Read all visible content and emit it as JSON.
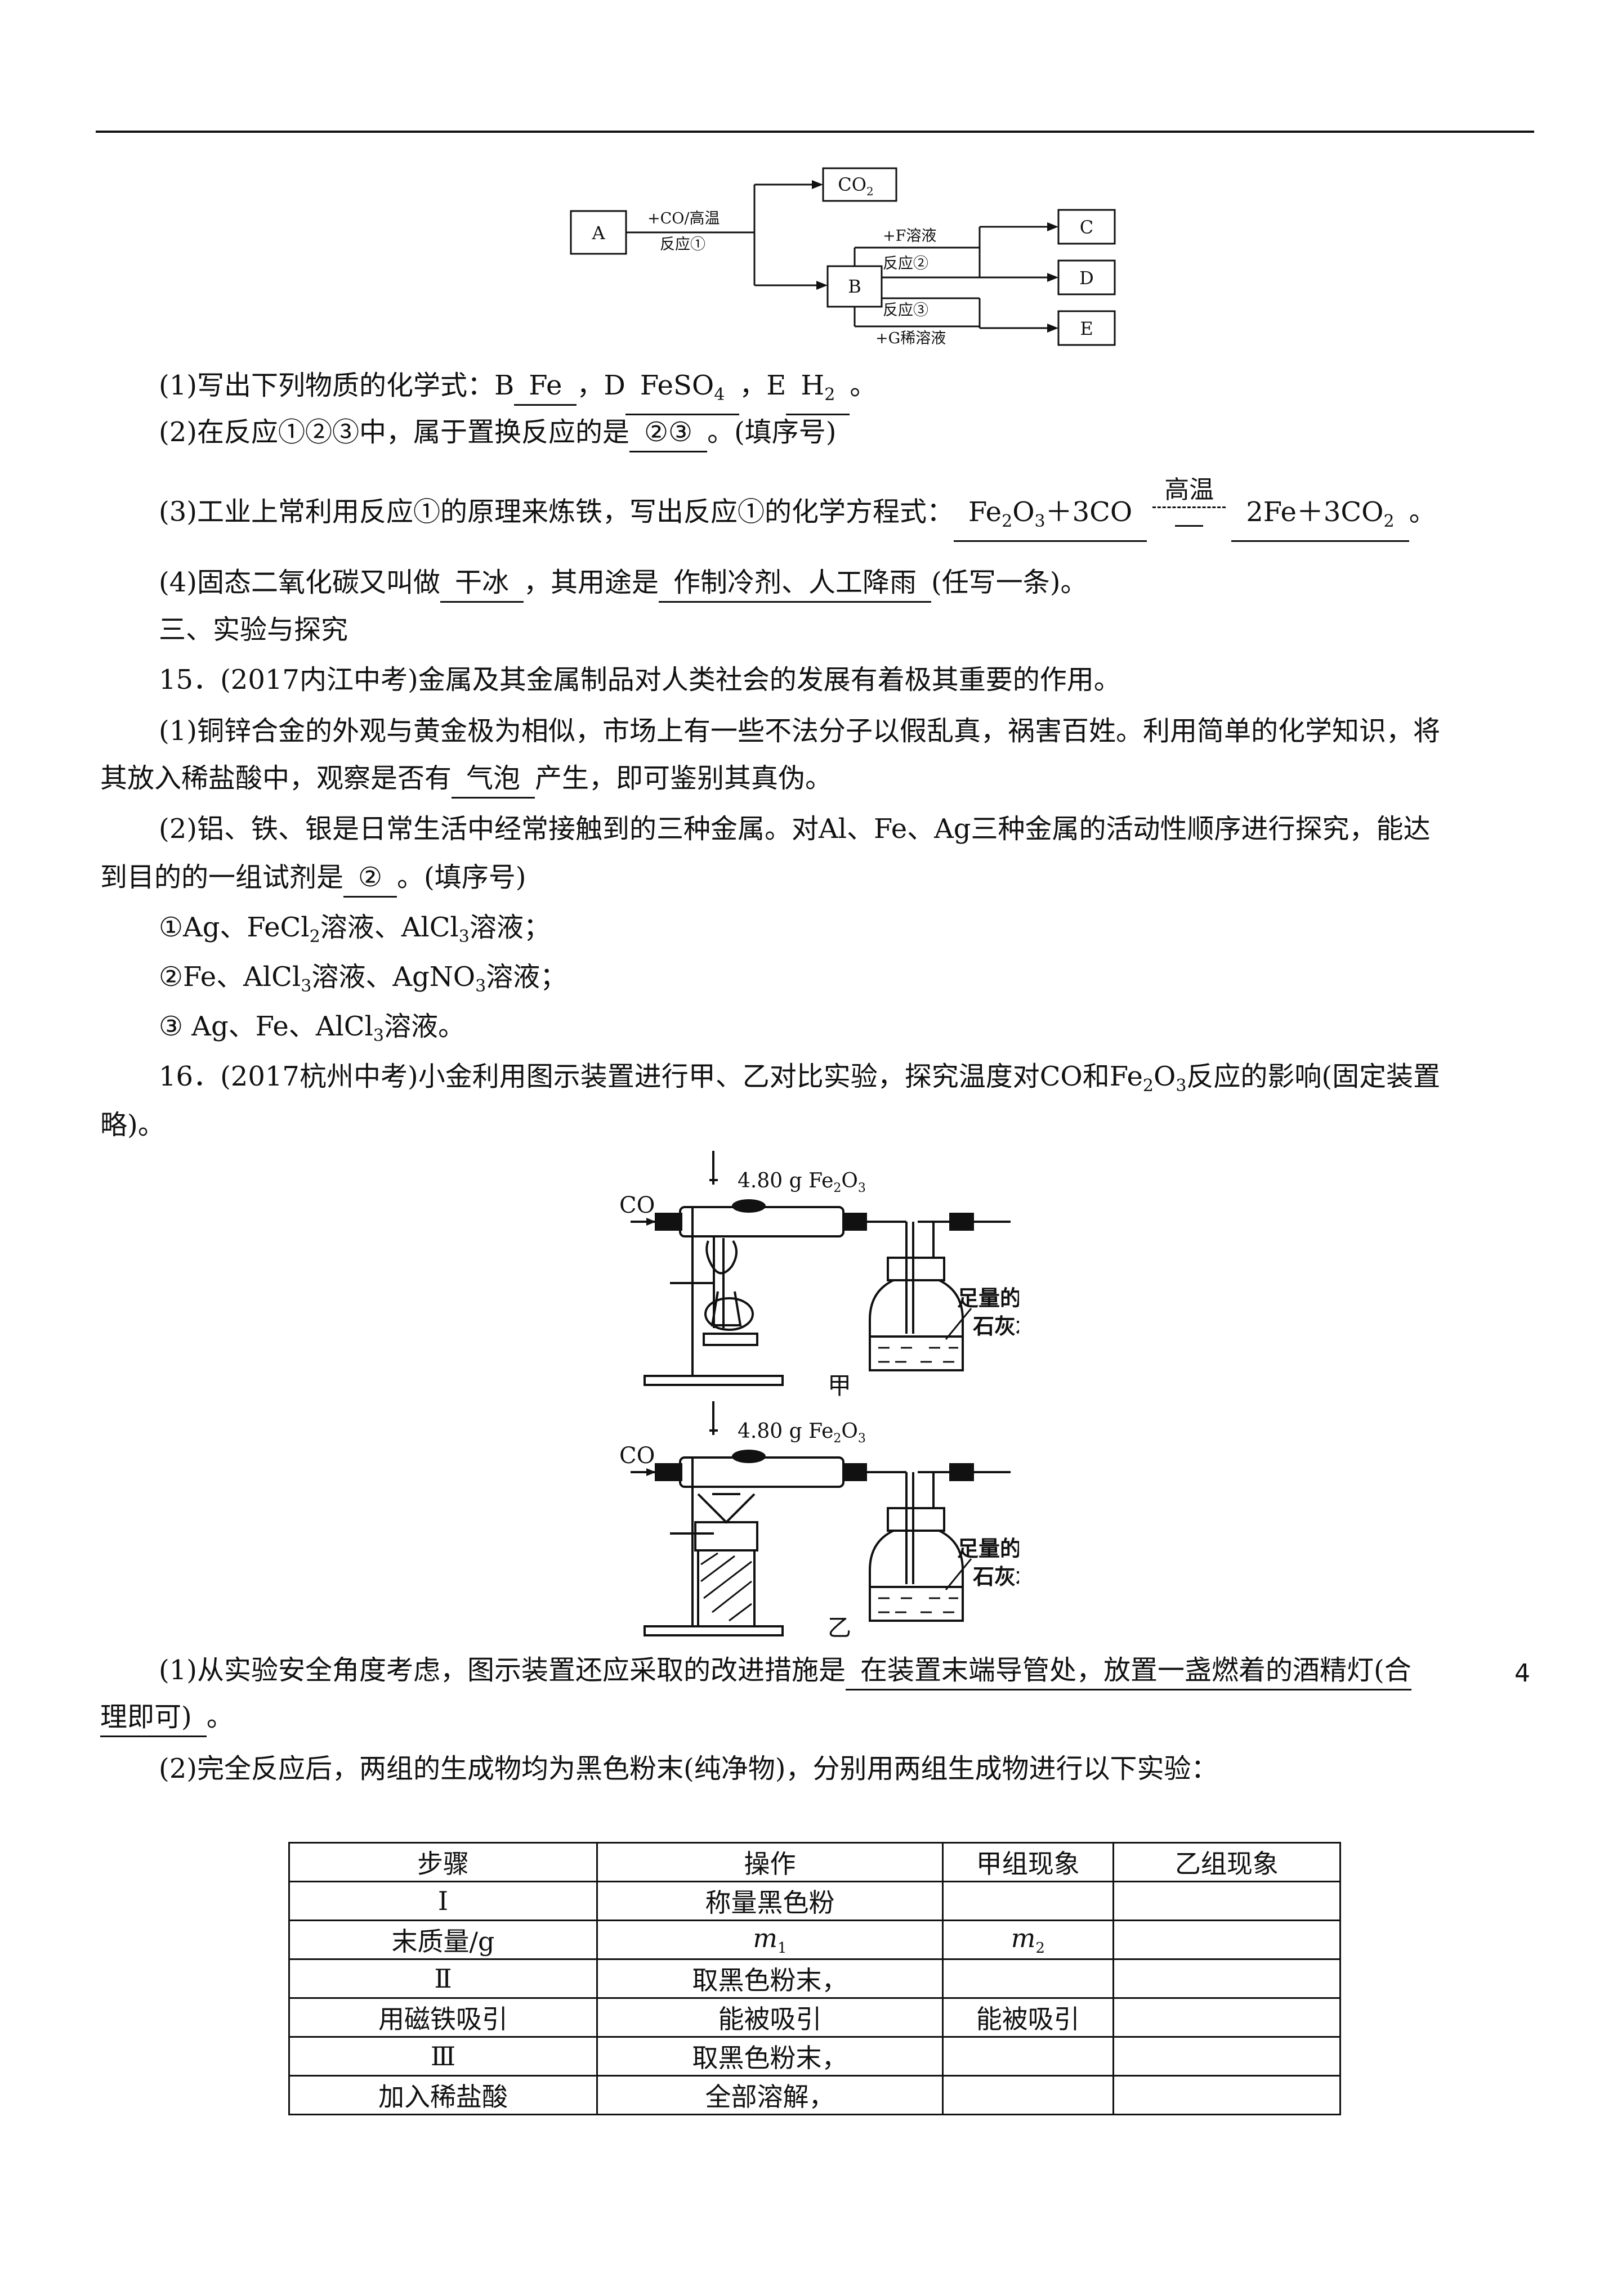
{
  "flow": {
    "a": "A",
    "co2": "CO",
    "co2_sub": "2",
    "b": "B",
    "c": "C",
    "d": "D",
    "e": "E",
    "arrow1_top": "+CO/高温",
    "arrow1_bot": "反应①",
    "f_label": "+F溶液",
    "r2": "反应②",
    "r3": "反应③",
    "g_label": "+G稀溶液"
  },
  "q14": {
    "p1_pre": "(1)写出下列物质的化学式：B",
    "p1_b": "Fe",
    "p1_d_pre": "，D",
    "p1_d": "FeSO",
    "p1_d_sub": "4",
    "p1_e_pre": "，E",
    "p1_e": "H",
    "p1_e_sub": "2",
    "p1_end": "。",
    "p2_pre": "(2)在反应①②③中，属于置换反应的是",
    "p2_ans": "②③",
    "p2_end": "。(填序号)",
    "p3_pre": "(3)工业上常利用反应①的原理来炼铁，写出反应①的化学方程式：",
    "p3_a": "Fe",
    "p3_a1": "2",
    "p3_a2": "O",
    "p3_a3": "3",
    "p3_b": "＋3CO",
    "p3_cond": "高温",
    "p3_c": "2Fe＋3CO",
    "p3_c_sub": "2",
    "p3_end": "。",
    "p4_pre": "(4)固态二氧化碳又叫做",
    "p4_ans": "干冰",
    "p4_mid": "，其用途是",
    "p4_ans2": "作制冷剂、人工降雨",
    "p4_end": "(任写一条)。"
  },
  "section3": "三、实验与探究",
  "q15": {
    "title": "15．(2017内江中考)金属及其金属制品对人类社会的发展有着极其重要的作用。",
    "p1a": "(1)铜锌合金的外观与黄金极为相似，市场上有一些不法分子以假乱真，祸害百姓。利用简单的化学知识，将",
    "p1b_pre": "其放入稀盐酸中，观察是否有",
    "p1b_ans": "气泡",
    "p1b_end": "产生，即可鉴别其真伪。",
    "p2a": "(2)铝、铁、银是日常生活中经常接触到的三种金属。对Al、Fe、Ag三种金属的活动性顺序进行探究，能达",
    "p2b_pre": "到目的的一组试剂是",
    "p2b_ans": "②",
    "p2b_end": "。(填序号)",
    "o1a": "①Ag、FeCl",
    "o1s": "2",
    "o1b": "溶液、AlCl",
    "o1s2": "3",
    "o1c": "溶液；",
    "o2a": "②Fe、AlCl",
    "o2s": "3",
    "o2b": "溶液、AgNO",
    "o2s2": "3",
    "o2c": "溶液；",
    "o3a": "③ Ag、Fe、AlCl",
    "o3s": "3",
    "o3b": "溶液。"
  },
  "q16": {
    "t1a": "16．(2017杭州中考)小金利用图示装置进行甲、乙对比实验，探究温度对CO和Fe",
    "t1s": "2",
    "t1b": "O",
    "t1s2": "3",
    "t1c": "反应的影响(固定装置",
    "t2": "略)。",
    "p1a_pre": "(1)从实验安全角度考虑，图示装置还应采取的改进措施是",
    "p1a_ans": "在装置末端导管处，放置一盏燃着的酒精灯(合",
    "p1b_ans": "理即可)",
    "p1b_end": "。",
    "p2": "(2)完全反应后，两组的生成物均为黑色粉末(纯净物)，分别用两组生成物进行以下实验："
  },
  "apparatus": {
    "co": "CO",
    "mass": "4.80 g Fe",
    "mass_s1": "2",
    "mass_o": "O",
    "mass_s2": "3",
    "label1": "足量的澄清",
    "label2": "石灰水",
    "cap_jia": "甲",
    "cap_yi": "乙"
  },
  "table": {
    "header": [
      "步骤",
      "操作",
      "甲组现象",
      "乙组现象"
    ],
    "rows": [
      [
        "Ⅰ",
        "称量黑色粉",
        "",
        ""
      ],
      [
        "末质量/g",
        "m1",
        "m2",
        ""
      ],
      [
        "Ⅱ",
        "取黑色粉末，",
        "",
        ""
      ],
      [
        "用磁铁吸引",
        "能被吸引",
        "能被吸引",
        ""
      ],
      [
        "Ⅲ",
        "取黑色粉末，",
        "",
        ""
      ],
      [
        "加入稀盐酸",
        "全部溶解，",
        "",
        ""
      ]
    ]
  },
  "page_number": "4"
}
